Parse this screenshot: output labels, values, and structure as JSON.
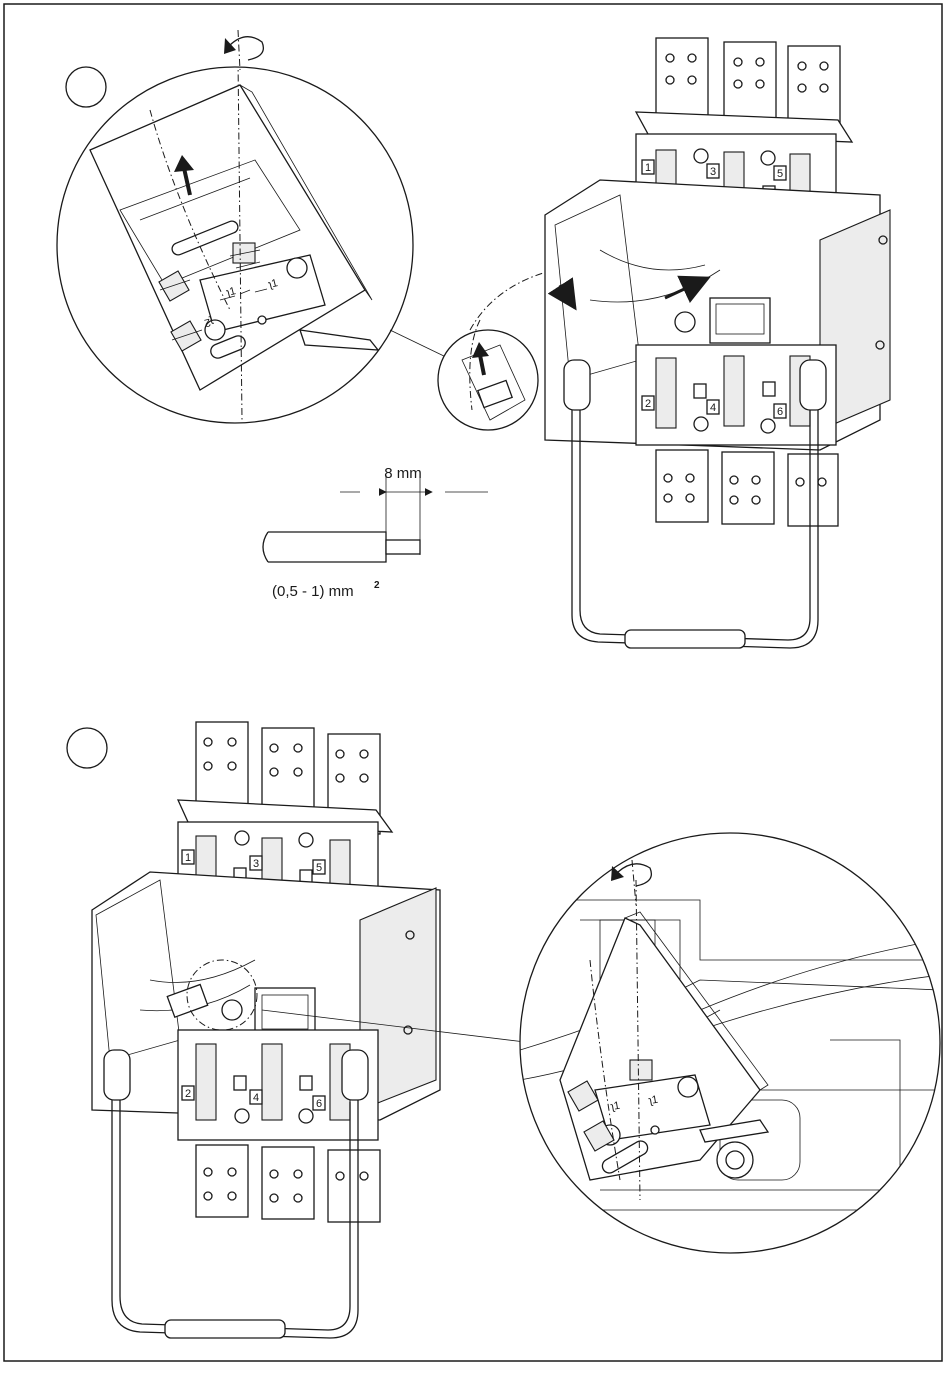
{
  "steps": [
    {
      "marker": ""
    },
    {
      "marker": ""
    }
  ],
  "dimension": {
    "strip_length": "8 mm",
    "cross_section": "(0,5 - 1) mm",
    "cross_section_exponent": "2"
  },
  "terminal_labels": {
    "step1": [
      "1",
      "3",
      "5",
      "2",
      "4",
      "6"
    ],
    "step2": [
      "1",
      "3",
      "5",
      "2",
      "4",
      "6"
    ]
  },
  "icons": [
    "rotate-arrow-icon",
    "push-arrow-icon",
    "micro-switch-icon"
  ]
}
